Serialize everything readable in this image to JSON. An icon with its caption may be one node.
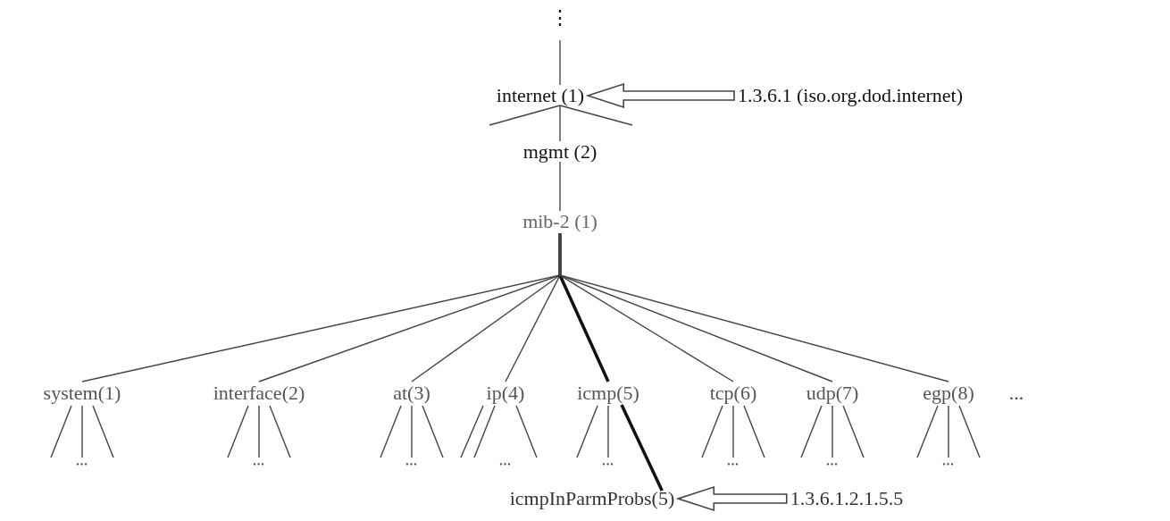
{
  "diagram": {
    "nodes": [
      {
        "text": [
          "⋮"
        ]
      },
      {
        "text": [
          "internet (1)"
        ]
      },
      {
        "text": [
          "1.3.6.1 (iso.org.dod.internet)"
        ]
      },
      {
        "text": [
          "mgmt (2)"
        ]
      },
      {
        "text": [
          "mib-2 (1)"
        ]
      },
      {
        "text": [
          "system(1)"
        ]
      },
      {
        "text": [
          "interface(2)"
        ]
      },
      {
        "text": [
          "at(3)"
        ]
      },
      {
        "text": [
          "ip(4)"
        ]
      },
      {
        "text": [
          "icmp(5)"
        ]
      },
      {
        "text": [
          "tcp(6)"
        ]
      },
      {
        "text": [
          "udp(7)"
        ]
      },
      {
        "text": [
          "egp(8)"
        ]
      },
      {
        "text": [
          "•••"
        ]
      },
      {
        "text": [
          "•••"
        ]
      },
      {
        "text": [
          "•••"
        ]
      },
      {
        "text": [
          "•••"
        ]
      },
      {
        "text": [
          "•••"
        ]
      },
      {
        "text": [
          "•••"
        ]
      },
      {
        "text": [
          "•••"
        ]
      },
      {
        "text": [
          "•••"
        ]
      },
      {
        "text": [
          "icmpInParmProbs(5)"
        ]
      },
      {
        "text": [
          "1.3.6.1.2.1.5.5"
        ]
      }
    ],
    "edges": [
      {
        "from": 0,
        "to": 1,
        "arrow": "none"
      },
      {
        "from": 2,
        "to": 1,
        "arrow": "to"
      },
      {
        "from": 1,
        "to": null,
        "arrow": "none"
      },
      {
        "from": 1,
        "to": 3,
        "arrow": "none"
      },
      {
        "from": 1,
        "to": null,
        "arrow": "none"
      },
      {
        "from": 3,
        "to": 4,
        "arrow": "none"
      },
      {
        "from": 4,
        "to": 5,
        "arrow": "none"
      },
      {
        "from": 4,
        "to": 6,
        "arrow": "none"
      },
      {
        "from": 4,
        "to": 7,
        "arrow": "none"
      },
      {
        "from": 4,
        "to": 8,
        "arrow": "none"
      },
      {
        "from": 4,
        "to": 9,
        "arrow": "none",
        "style": "thick"
      },
      {
        "from": 4,
        "to": 10,
        "arrow": "none"
      },
      {
        "from": 4,
        "to": 11,
        "arrow": "none"
      },
      {
        "from": 4,
        "to": 12,
        "arrow": "none"
      },
      {
        "from": 5,
        "to": 13,
        "arrow": "none"
      },
      {
        "from": 5,
        "to": 13,
        "arrow": "none"
      },
      {
        "from": 5,
        "to": 13,
        "arrow": "none"
      },
      {
        "from": 6,
        "to": 14,
        "arrow": "none"
      },
      {
        "from": 6,
        "to": 14,
        "arrow": "none"
      },
      {
        "from": 6,
        "to": 14,
        "arrow": "none"
      },
      {
        "from": 7,
        "to": 15,
        "arrow": "none"
      },
      {
        "from": 7,
        "to": 15,
        "arrow": "none"
      },
      {
        "from": 7,
        "to": 15,
        "arrow": "none"
      },
      {
        "from": 8,
        "to": 16,
        "arrow": "none"
      },
      {
        "from": 8,
        "to": 16,
        "arrow": "none"
      },
      {
        "from": 8,
        "to": 16,
        "arrow": "none"
      },
      {
        "from": 9,
        "to": 17,
        "arrow": "none"
      },
      {
        "from": 9,
        "to": 17,
        "arrow": "none"
      },
      {
        "from": 9,
        "to": 21,
        "arrow": "none",
        "style": "thick"
      },
      {
        "from": 10,
        "to": 18,
        "arrow": "none"
      },
      {
        "from": 10,
        "to": 18,
        "arrow": "none"
      },
      {
        "from": 10,
        "to": 18,
        "arrow": "none"
      },
      {
        "from": 11,
        "to": 19,
        "arrow": "none"
      },
      {
        "from": 11,
        "to": 19,
        "arrow": "none"
      },
      {
        "from": 11,
        "to": 19,
        "arrow": "none"
      },
      {
        "from": 12,
        "to": 20,
        "arrow": "none"
      },
      {
        "from": 12,
        "to": 20,
        "arrow": "none"
      },
      {
        "from": 12,
        "to": 20,
        "arrow": "none"
      },
      {
        "from": 22,
        "to": 21,
        "arrow": "to"
      }
    ],
    "labels": [
      "..."
    ]
  }
}
